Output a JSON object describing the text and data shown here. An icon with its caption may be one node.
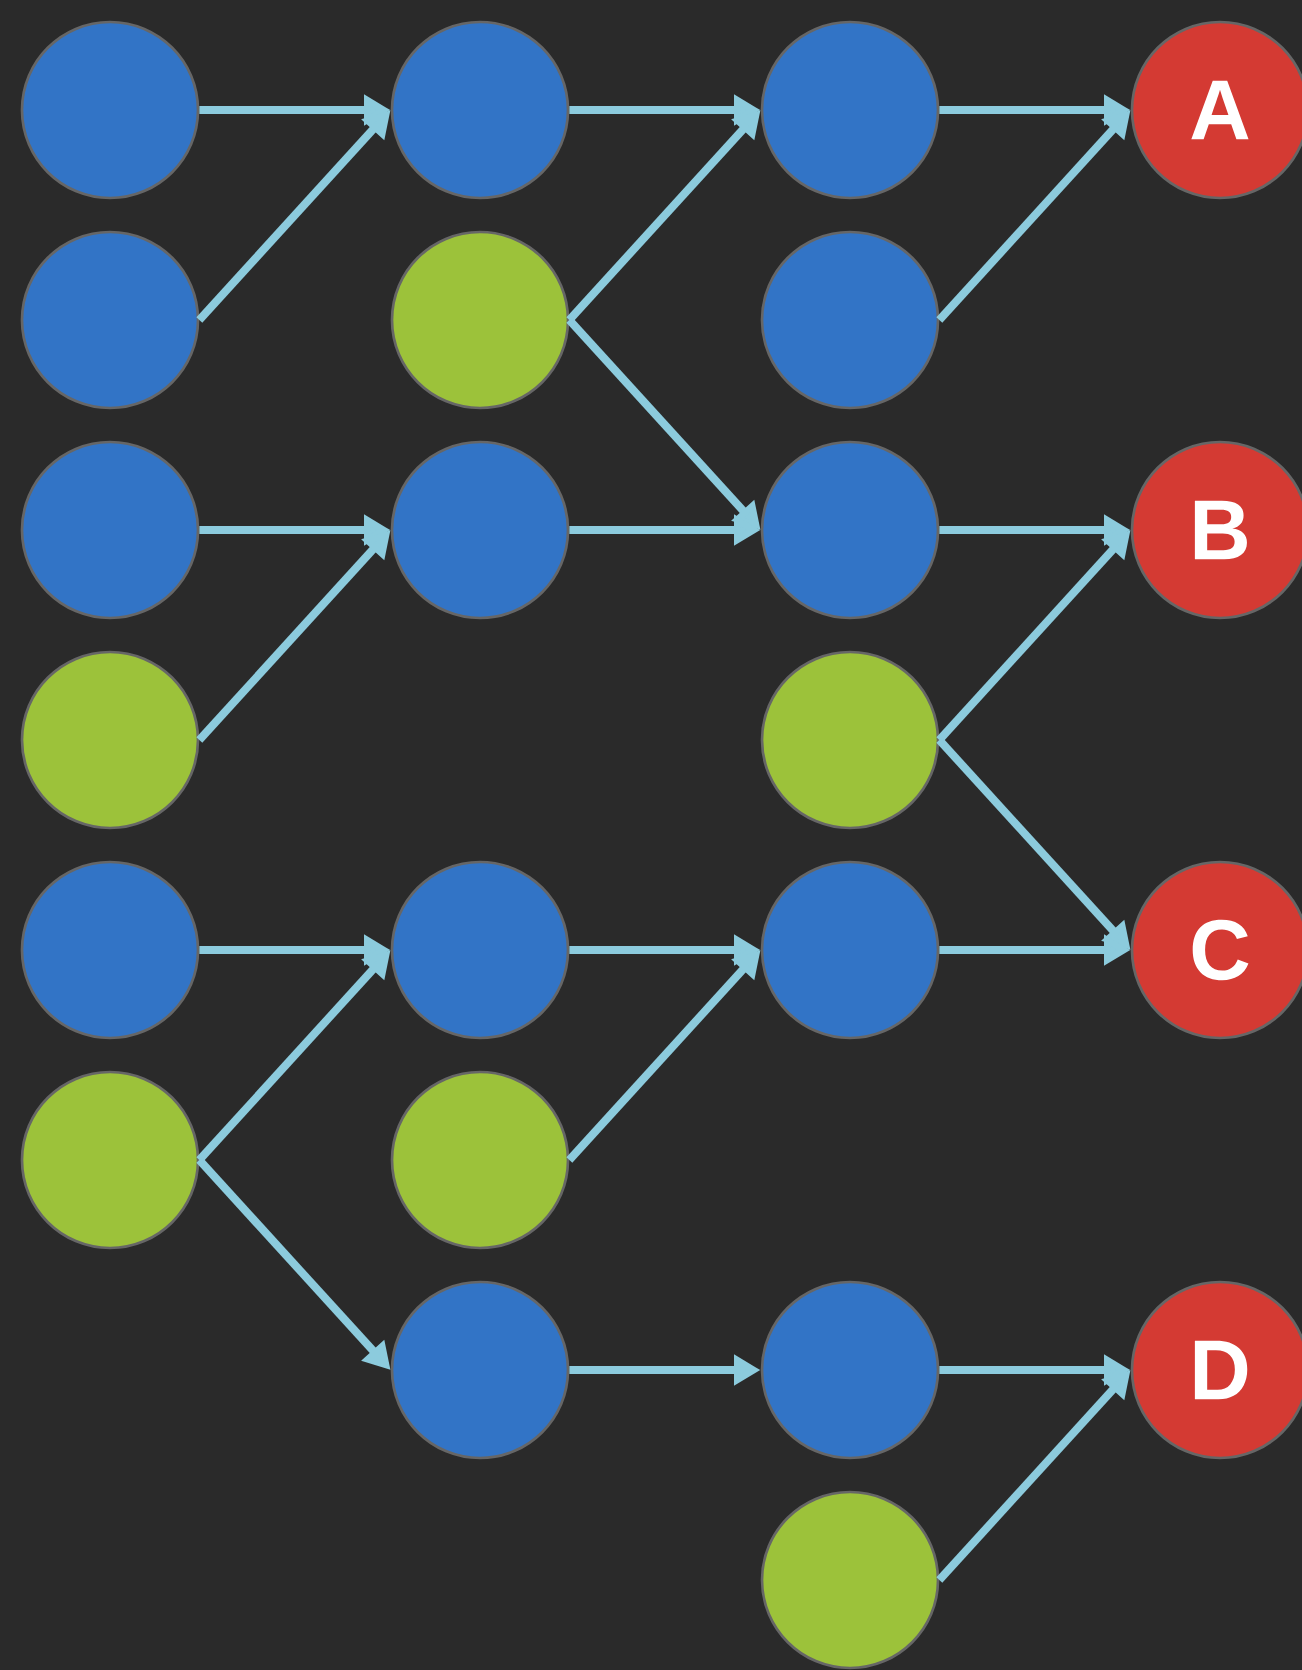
{
  "diagram": {
    "nodes": [
      {
        "text": [],
        "shape": "circle"
      },
      {
        "text": [],
        "shape": "circle"
      },
      {
        "text": [],
        "shape": "circle"
      },
      {
        "text": [
          "A"
        ]
      },
      {
        "text": [],
        "shape": "circle"
      },
      {
        "text": [],
        "shape": "circle"
      },
      {
        "text": [],
        "shape": "circle"
      },
      {
        "text": [],
        "shape": "circle"
      },
      {
        "text": [],
        "shape": "circle"
      },
      {
        "text": [],
        "shape": "circle"
      },
      {
        "text": [
          "B"
        ]
      },
      {
        "text": [],
        "shape": "circle"
      },
      {
        "text": [],
        "shape": "circle"
      },
      {
        "text": [],
        "shape": "circle"
      },
      {
        "text": [],
        "shape": "circle"
      },
      {
        "text": [],
        "shape": "circle"
      },
      {
        "text": [
          "C"
        ]
      },
      {
        "text": [],
        "shape": "circle"
      },
      {
        "text": [],
        "shape": "circle"
      },
      {
        "text": [],
        "shape": "circle"
      },
      {
        "text": [],
        "shape": "circle"
      },
      {
        "text": [
          "D"
        ]
      },
      {
        "text": [],
        "shape": "circle"
      }
    ],
    "edges": [
      {
        "from": 0,
        "to": 1,
        "arrow": "to"
      },
      {
        "from": 4,
        "to": 1,
        "arrow": "to"
      },
      {
        "from": 1,
        "to": 2,
        "arrow": "to"
      },
      {
        "from": 5,
        "to": 2,
        "arrow": "to"
      },
      {
        "from": 5,
        "to": 9,
        "arrow": "to"
      },
      {
        "from": 2,
        "to": 3,
        "arrow": "to"
      },
      {
        "from": 6,
        "to": 3,
        "arrow": "to"
      },
      {
        "from": 7,
        "to": 8,
        "arrow": "to"
      },
      {
        "from": 11,
        "to": 8,
        "arrow": "to"
      },
      {
        "from": 8,
        "to": 9,
        "arrow": "to"
      },
      {
        "from": 9,
        "to": 10,
        "arrow": "to"
      },
      {
        "from": 12,
        "to": 10,
        "arrow": "to"
      },
      {
        "from": 12,
        "to": 16,
        "arrow": "to"
      },
      {
        "from": 13,
        "to": 14,
        "arrow": "to"
      },
      {
        "from": 17,
        "to": 14,
        "arrow": "to"
      },
      {
        "from": 17,
        "to": 19,
        "arrow": "to"
      },
      {
        "from": 14,
        "to": 15,
        "arrow": "to"
      },
      {
        "from": 18,
        "to": 15,
        "arrow": "to"
      },
      {
        "from": 15,
        "to": 16,
        "arrow": "to"
      },
      {
        "from": 19,
        "to": 20,
        "arrow": "to"
      },
      {
        "from": 20,
        "to": 21,
        "arrow": "to"
      },
      {
        "from": 22,
        "to": 21,
        "arrow": "to"
      }
    ]
  }
}
